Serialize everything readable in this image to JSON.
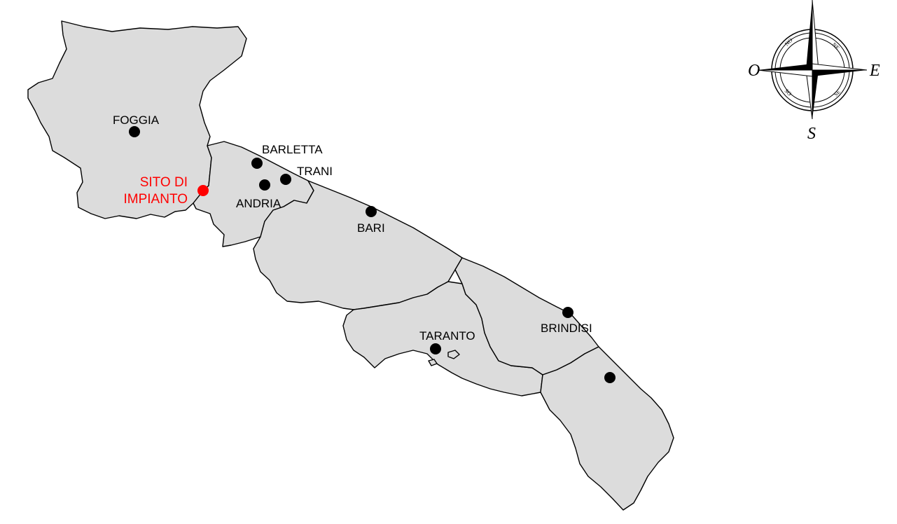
{
  "title_fragment": "",
  "site": {
    "label_line1": "SITO DI",
    "label_line2": "IMPIANTO",
    "color": "#ff0000"
  },
  "cities": {
    "foggia": "FOGGIA",
    "barletta": "BARLETTA",
    "trani": "TRANI",
    "andria": "ANDRIA",
    "bari": "BARI",
    "brindisi": "BRINDISI",
    "taranto": "TARANTO"
  },
  "compass": {
    "west": "O",
    "east": "E",
    "south": "S",
    "ne": "NE",
    "no": "NO",
    "se": "SE",
    "so": "SO"
  },
  "colors": {
    "land": "#dcdcdc",
    "border": "#000000",
    "city_dot": "#000000"
  }
}
